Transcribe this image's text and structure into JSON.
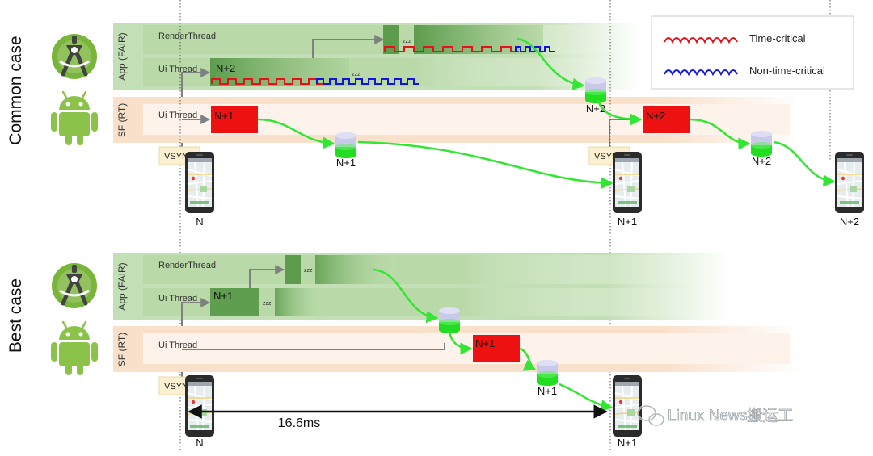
{
  "sections": {
    "common": {
      "title": "Common case",
      "app_lane": "App (FAIR)",
      "sf_lane": "SF (RT)",
      "render_thread": "RenderThread",
      "app_ui_thread": "Ui Thread",
      "sf_ui_thread": "Ui Thread",
      "app_frame": "N+2",
      "sf_frame_1": "N+1",
      "sf_frame_2": "N+2",
      "buffer_1": "N+1",
      "buffer_2": "N+2",
      "buffer_3": "N+2",
      "vsync_1": "VSYNC",
      "vsync_2": "VSYNC",
      "sleep_1": "zzz",
      "sleep_2": "zzz",
      "phone_1": "N",
      "phone_2": "N+1",
      "phone_3": "N+2"
    },
    "best": {
      "title": "Best case",
      "app_lane": "App (FAIR)",
      "sf_lane": "SF (RT)",
      "render_thread": "RenderThread",
      "app_ui_thread": "Ui Thread",
      "sf_ui_thread": "Ui Thread",
      "app_frame": "N+1",
      "sf_frame": "N+1",
      "buffer": "N+1",
      "vsync": "VSYNC",
      "sleep_1": "zzz",
      "sleep_2": "zzz",
      "phone_1": "N",
      "phone_2": "N+1",
      "duration": "16.6ms"
    }
  },
  "legend": {
    "time_critical": "Time-critical",
    "non_time_critical": "Non-time-critical"
  },
  "watermark": "Linux News搬运工",
  "colors": {
    "time_critical": "#e8101a",
    "non_time_critical": "#1414d8",
    "flow_arrow": "#33e633",
    "frame_block": "#ee1111",
    "app_lane": "#c7e0bb",
    "sf_lane": "#fbe6d4",
    "active_block": "#5f9d4f"
  },
  "icons": [
    "android-studio-icon",
    "android-robot-icon",
    "phone-icon",
    "buffer-icon",
    "wechat-icon"
  ]
}
